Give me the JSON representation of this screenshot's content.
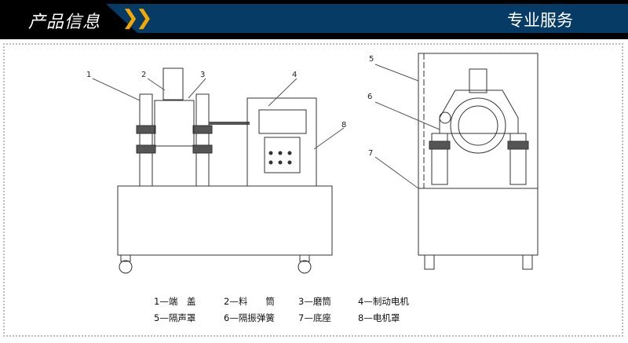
{
  "header": {
    "title": "产品信息",
    "arrows": "❯❯",
    "service": "专业服务"
  },
  "callouts": [
    "1",
    "2",
    "3",
    "4",
    "5",
    "6",
    "7",
    "8"
  ],
  "legend": [
    [
      "1—端　盖",
      "2—料　　筒",
      "3—磨筒",
      "4—制动电机"
    ],
    [
      "5—隔声罩",
      "6—隔振弹簧",
      "7—底座",
      "8—电机罩"
    ]
  ]
}
